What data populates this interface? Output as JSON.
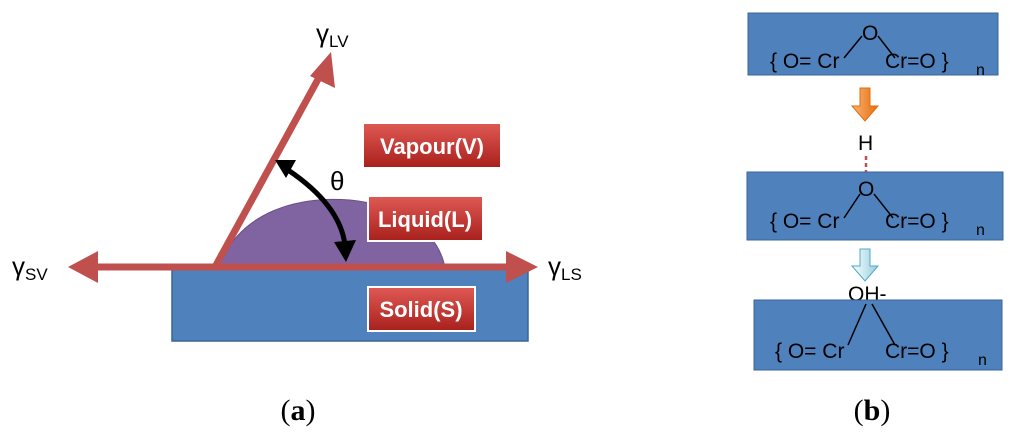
{
  "panel_a": {
    "caption_open": "(",
    "caption_letter": "a",
    "caption_close": ")",
    "gamma_lv": {
      "symbol": "γ",
      "sub": "LV"
    },
    "gamma_sv": {
      "symbol": "γ",
      "sub": "SV"
    },
    "gamma_ls": {
      "symbol": "γ",
      "sub": "LS"
    },
    "theta": "θ",
    "labels": {
      "vapour": "Vapour(V)",
      "liquid": "Liquid(L)",
      "solid": "Solid(S)"
    }
  },
  "panel_b": {
    "caption_open": "(",
    "caption_letter": "b",
    "caption_close": ")",
    "box1": {
      "oxygen": "O",
      "left": "{ O= Cr",
      "right": "Cr=O }",
      "sub": "n"
    },
    "h_label": "H",
    "box2": {
      "oxygen": "O",
      "left": "{ O= Cr",
      "right": "Cr=O }",
      "sub": "n"
    },
    "oh_label": "OH-",
    "box3": {
      "left": "{ O= Cr",
      "right": "Cr=O }",
      "sub": "n"
    }
  },
  "colors": {
    "arrow_red": "#c0504d",
    "label_red": "#c0302b",
    "solid_blue": "#4f81bd",
    "droplet_purple": "#8064a2",
    "orange_arrow": "#f79646",
    "light_blue_arrow": "#b7dde8"
  }
}
